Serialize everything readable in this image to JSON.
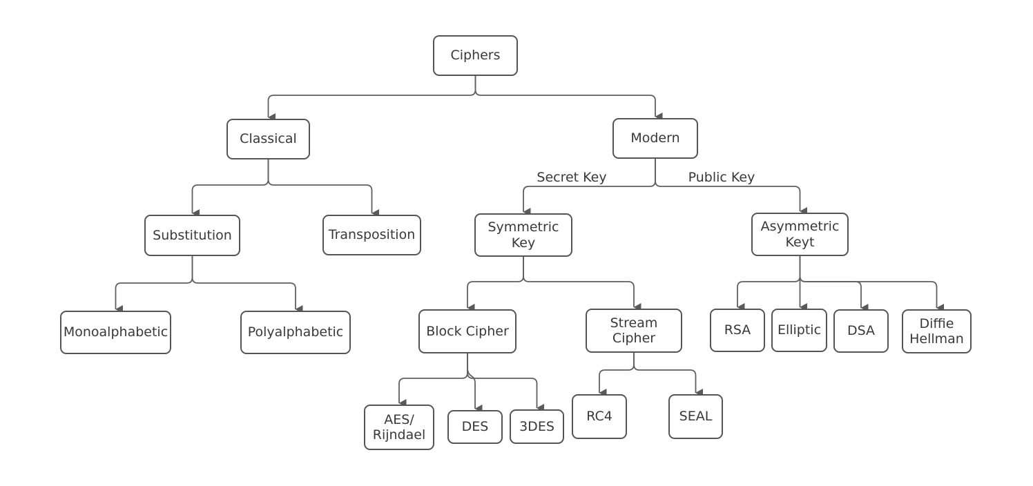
{
  "diagram_type": "flowchart-tree",
  "colors": {
    "background": "#ffffff",
    "node_border": "#545454",
    "node_fill": "#ffffff",
    "connector": "#5f5f5f",
    "arrowhead": "#5a5a5a",
    "text": "#383838"
  },
  "nodes": {
    "ciphers": {
      "label": "Ciphers"
    },
    "classical": {
      "label": "Classical"
    },
    "modern": {
      "label": "Modern"
    },
    "substitution": {
      "label": "Substitution"
    },
    "transposition": {
      "label": "Transposition"
    },
    "symmetric_key": {
      "label": "Symmetric\nKey"
    },
    "asymmetric_key": {
      "label": "Asymmetric\nKeyt"
    },
    "monoalphabetic": {
      "label": "Monoalphabetic"
    },
    "polyalphabetic": {
      "label": "Polyalphabetic"
    },
    "block_cipher": {
      "label": "Block Cipher"
    },
    "stream_cipher": {
      "label": "Stream\nCipher"
    },
    "aes_rijndael": {
      "label": "AES/\nRijndael"
    },
    "des": {
      "label": "DES"
    },
    "tdes": {
      "label": "3DES"
    },
    "rc4": {
      "label": "RC4"
    },
    "seal": {
      "label": "SEAL"
    },
    "rsa": {
      "label": "RSA"
    },
    "elliptic": {
      "label": "Elliptic"
    },
    "dsa": {
      "label": "DSA"
    },
    "diffie_hellman": {
      "label": "Diffie\nHellman"
    }
  },
  "edge_labels": {
    "secret_key": "Secret Key",
    "public_key": "Public Key"
  },
  "edges": [
    {
      "from": "Ciphers",
      "to": "Classical"
    },
    {
      "from": "Ciphers",
      "to": "Modern"
    },
    {
      "from": "Classical",
      "to": "Substitution"
    },
    {
      "from": "Classical",
      "to": "Transposition"
    },
    {
      "from": "Modern",
      "to": "Symmetric Key",
      "label": "Secret Key"
    },
    {
      "from": "Modern",
      "to": "Asymmetric Keyt",
      "label": "Public Key"
    },
    {
      "from": "Substitution",
      "to": "Monoalphabetic"
    },
    {
      "from": "Substitution",
      "to": "Polyalphabetic"
    },
    {
      "from": "Symmetric Key",
      "to": "Block Cipher"
    },
    {
      "from": "Symmetric Key",
      "to": "Stream Cipher"
    },
    {
      "from": "Block Cipher",
      "to": "AES/Rijndael"
    },
    {
      "from": "Block Cipher",
      "to": "DES"
    },
    {
      "from": "Block Cipher",
      "to": "3DES"
    },
    {
      "from": "Stream Cipher",
      "to": "RC4"
    },
    {
      "from": "Stream Cipher",
      "to": "SEAL"
    },
    {
      "from": "Asymmetric Keyt",
      "to": "RSA"
    },
    {
      "from": "Asymmetric Keyt",
      "to": "Elliptic"
    },
    {
      "from": "Asymmetric Keyt",
      "to": "DSA"
    },
    {
      "from": "Asymmetric Keyt",
      "to": "Diffie Hellman"
    }
  ]
}
